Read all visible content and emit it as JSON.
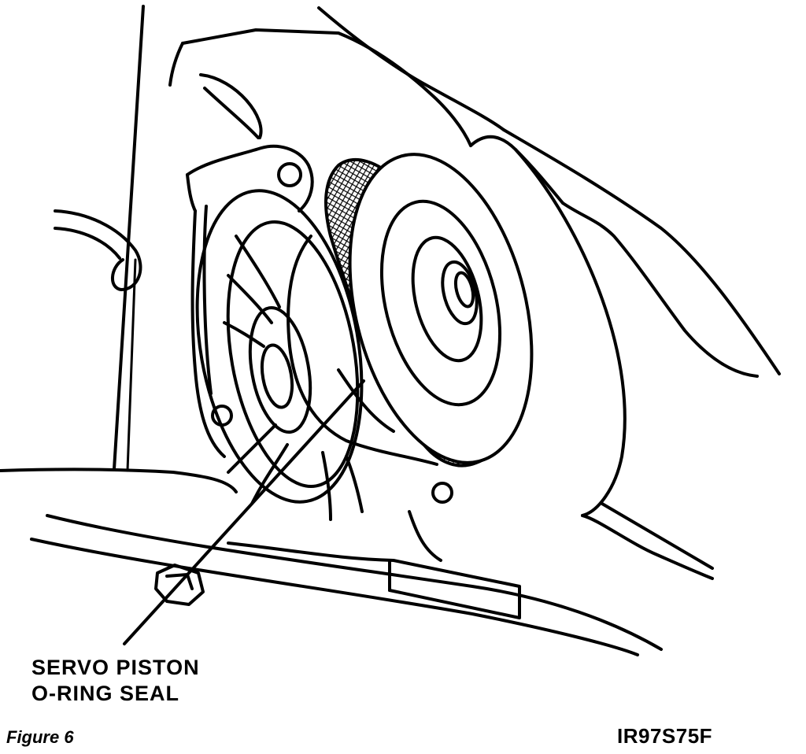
{
  "callout": {
    "line1": "SERVO PISTON",
    "line2": "O-RING SEAL"
  },
  "figure_label": "Figure 6",
  "figure_code": "IR97S75F",
  "colors": {
    "ink": "#000000",
    "paper": "#ffffff"
  }
}
